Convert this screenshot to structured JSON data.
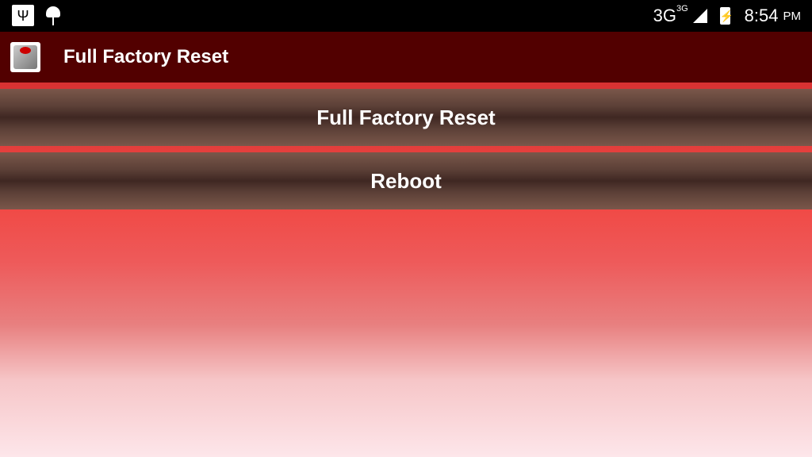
{
  "status_bar": {
    "network": "3G",
    "network_small": "3G",
    "time": "8:54",
    "ampm": "PM",
    "icons": [
      "usb-icon",
      "android-debug-icon",
      "signal-icon",
      "battery-charging-icon"
    ]
  },
  "app_bar": {
    "title": "Full Factory Reset"
  },
  "buttons": {
    "factory_reset": "Full Factory Reset",
    "reboot": "Reboot"
  },
  "colors": {
    "app_bar": "#520000",
    "accent": "#d32f2f",
    "button": "#3e2723"
  }
}
